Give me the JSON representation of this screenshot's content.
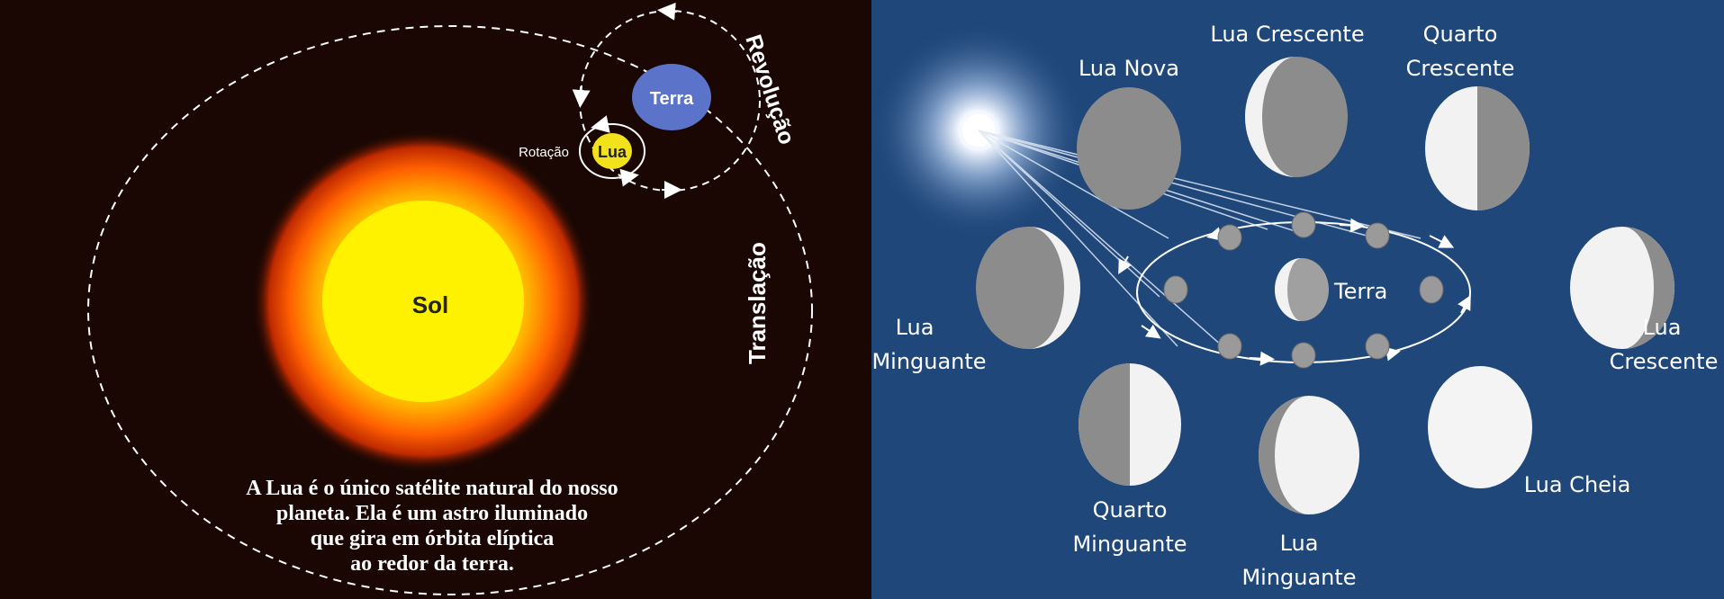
{
  "left": {
    "sun_label": "Sol",
    "earth_label": "Terra",
    "moon_label": "Lua",
    "rotation_label": "Rotação",
    "revolution_label": "Revolução",
    "translation_label": "Translação",
    "caption_lines": [
      "A Lua é o único satélite natural do nosso",
      "planeta. Ela é um astro iluminado",
      "que gira em órbita elíptica",
      "ao redor da terra."
    ]
  },
  "right": {
    "center_label": "Terra",
    "phases": {
      "lua_nova": "Lua Nova",
      "lua_crescente_top": "Lua Crescente",
      "quarto_crescente": [
        "Quarto",
        "Crescente"
      ],
      "lua_crescente_right": [
        "Lua",
        "Crescente"
      ],
      "lua_cheia": "Lua Cheia",
      "lua_minguante_bottom": [
        "Lua",
        "Minguante"
      ],
      "quarto_minguante": [
        "Quarto",
        "Minguante"
      ],
      "lua_minguante_left": [
        "Lua",
        "Minguante"
      ]
    }
  },
  "colors": {
    "left_background": "#1a0703",
    "sun_core": "#fff200",
    "sun_glow": "#ff5a00",
    "earth": "#5b73c9",
    "moon": "#f2e21c",
    "right_background": "#1f477a",
    "moon_lit": "#f4f4f4",
    "moon_dark": "#8a8a8a"
  }
}
